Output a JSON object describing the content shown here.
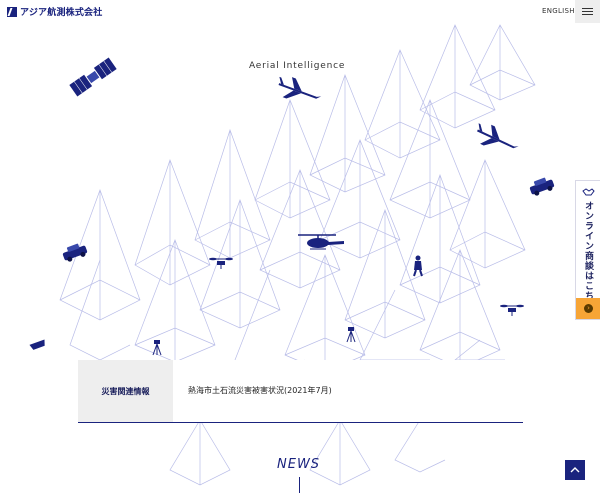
{
  "header": {
    "logo_text": "アジア航測株式会社",
    "lang_label": "ENGLISH"
  },
  "hero": {
    "title": "Aerial Intelligence"
  },
  "side_tab": {
    "label": "オンライン商談はこちら"
  },
  "notice": {
    "label": "災害関連情報",
    "text": "熱海市土石流災害被害状況(2021年7月)"
  },
  "news": {
    "title": "NEWS"
  },
  "colors": {
    "brand": "#1a237e",
    "accent": "#f7a536",
    "line": "#b9bde8"
  },
  "icons": {
    "menu": "hamburger-icon",
    "to_top": "chevron-up-icon",
    "handshake": "handshake-icon"
  }
}
